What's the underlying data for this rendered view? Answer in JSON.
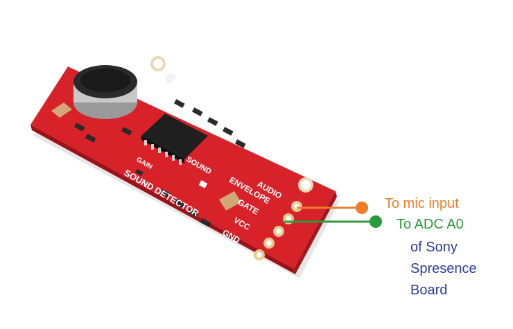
{
  "board": {
    "name_label": "SOUND DETECTOR",
    "sound_label": "SOUND",
    "gain_label": "GAIN",
    "pins": [
      "AUDIO",
      "ENVELOPE",
      "GATE",
      "VCC",
      "GND"
    ],
    "pcb_color": "#d8222a"
  },
  "annotations": {
    "mic_input": "To mic input",
    "adc": "To ADC A0",
    "board_line1": "of Sony",
    "board_line2": "Spresence",
    "board_line3": "Board"
  },
  "colors": {
    "orange_wire": "#f07c2a",
    "green_wire": "#2a9a3c",
    "blue_text": "#2b3a9e"
  }
}
